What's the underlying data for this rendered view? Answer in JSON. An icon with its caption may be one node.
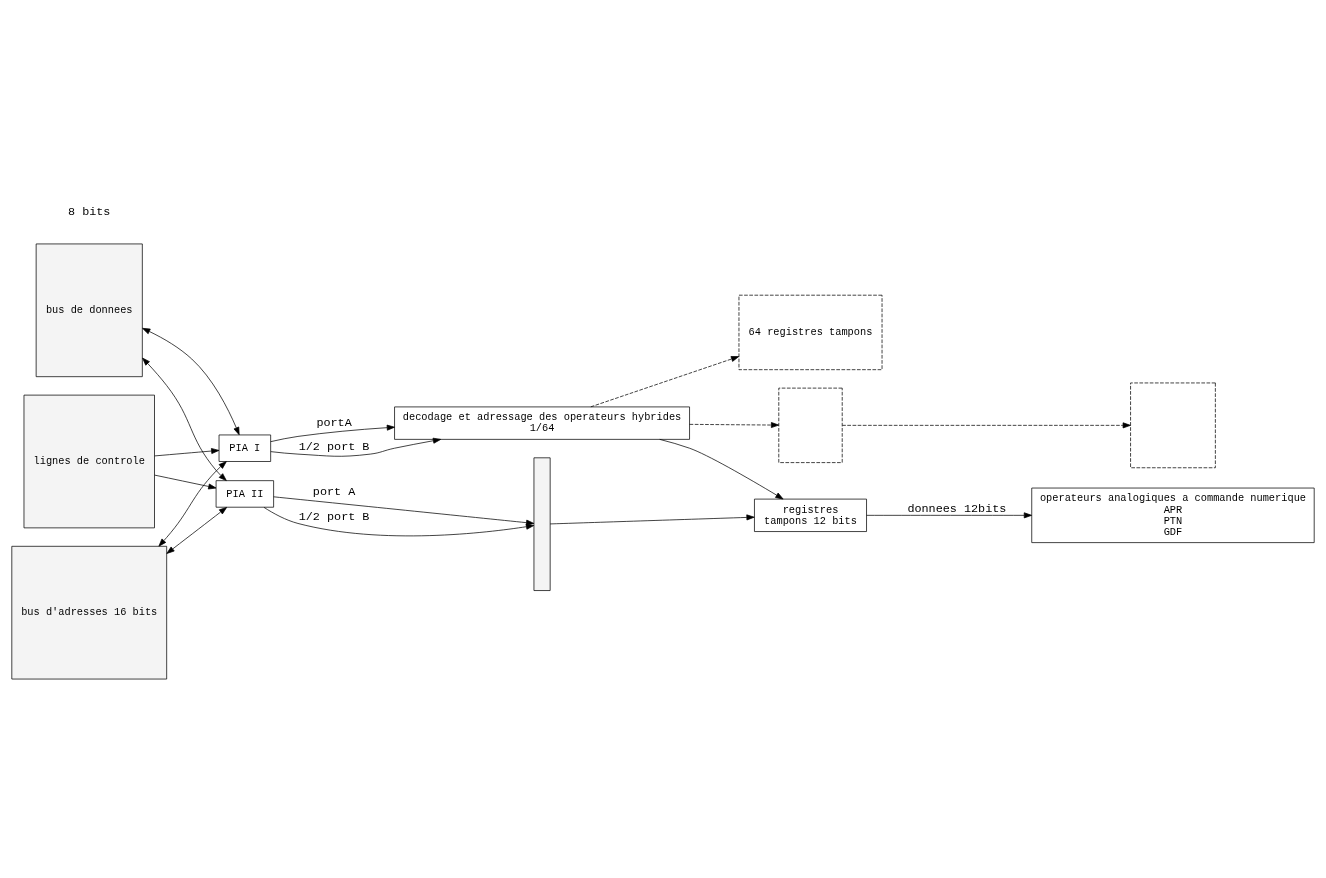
{
  "diagram": {
    "nodes": [
      {
        "text": [
          "bus d'adresses 16 bits"
        ]
      },
      {
        "text": [
          "lignes de controle"
        ]
      },
      {
        "text": [
          "bus de donnees"
        ]
      },
      {
        "text": [
          "PIA I"
        ]
      },
      {
        "text": [
          "decodage et adressage des operateurs hybrides",
          "1/64"
        ]
      },
      {
        "text": [
          "64 registres tampons"
        ]
      },
      {
        "text": [
          "registres",
          "tampons 12 bits"
        ]
      },
      {
        "text": [
          "operateurs analogiques a commande numerique",
          "APR",
          "PTN",
          "GDF"
        ]
      },
      {
        "text": [
          "PIA II"
        ]
      },
      {
        "text": [],
        "shape": "bar"
      },
      {
        "text": [],
        "shape": "box"
      },
      {
        "text": [],
        "shape": "box"
      }
    ],
    "edges": [
      {
        "from": 2,
        "to": 3,
        "arrow": "both"
      },
      {
        "from": 1,
        "to": 3,
        "arrow": "to"
      },
      {
        "from": 0,
        "to": 3,
        "arrow": "both"
      },
      {
        "from": 3,
        "to": 4,
        "label": "portA",
        "arrow": "to"
      },
      {
        "from": 3,
        "to": 4,
        "label": "1/2 port B",
        "arrow": "to"
      },
      {
        "from": 4,
        "to": 5,
        "arrow": "to",
        "style": "dashed"
      },
      {
        "from": 4,
        "to": 6,
        "arrow": "to"
      },
      {
        "from": 4,
        "to": 10,
        "arrow": "to",
        "style": "dashed"
      },
      {
        "from": 9,
        "to": 6,
        "arrow": "to"
      },
      {
        "from": 6,
        "to": 7,
        "label": "donnees 12bits",
        "arrow": "to"
      },
      {
        "from": 2,
        "to": 8,
        "arrow": "both"
      },
      {
        "from": 1,
        "to": 8,
        "arrow": "to"
      },
      {
        "from": 0,
        "to": 8,
        "arrow": "both"
      },
      {
        "from": 8,
        "to": 9,
        "label": "port A",
        "arrow": "to"
      },
      {
        "from": 8,
        "to": 9,
        "label": "1/2 port B",
        "arrow": "to"
      },
      {
        "from": 10,
        "to": 11,
        "arrow": "to",
        "style": "dashed"
      }
    ],
    "labels": [
      "8 bits"
    ]
  }
}
